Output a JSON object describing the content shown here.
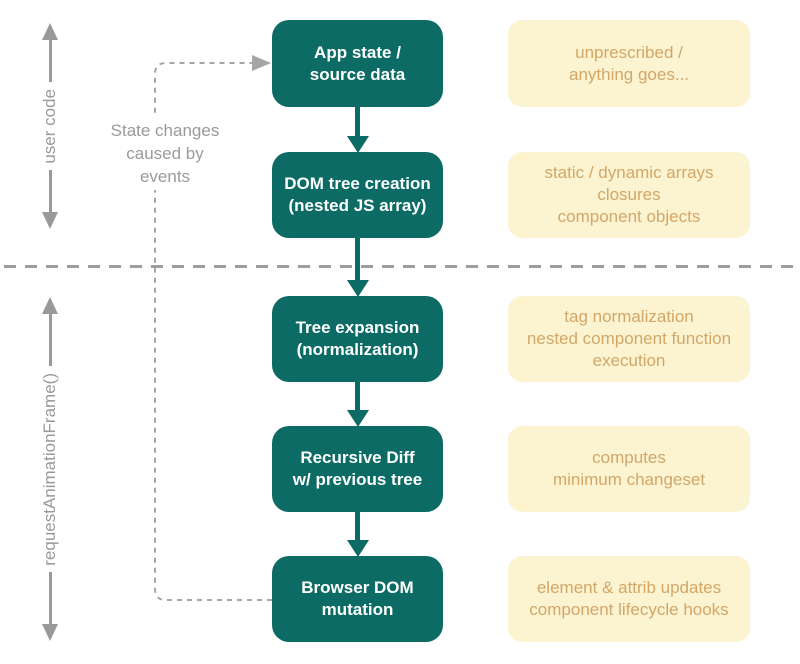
{
  "colors": {
    "node_bg": "#0c6b64",
    "node_text": "#ffffff",
    "note_bg": "#fcf3d1",
    "note_text": "#d2a768",
    "rail_gray": "#999999",
    "flow_arrow_teal": "#0c6b64"
  },
  "rails": {
    "top_label": "user code",
    "bottom_label": "requestAnimationFrame()"
  },
  "feedback": {
    "label": "State changes\ncaused by\nevents"
  },
  "flow": {
    "rows": [
      {
        "node": "App state /\nsource data",
        "note": "unprescribed /\nanything goes..."
      },
      {
        "node": "DOM tree creation\n(nested JS array)",
        "note": "static / dynamic arrays\nclosures\ncomponent objects"
      },
      {
        "node": "Tree expansion\n(normalization)",
        "note": "tag normalization\nnested component function\nexecution"
      },
      {
        "node": "Recursive Diff\nw/ previous tree",
        "note": "computes\nminimum changeset"
      },
      {
        "node": "Browser DOM\nmutation",
        "note": "element & attrib updates\ncomponent lifecycle hooks"
      }
    ]
  }
}
